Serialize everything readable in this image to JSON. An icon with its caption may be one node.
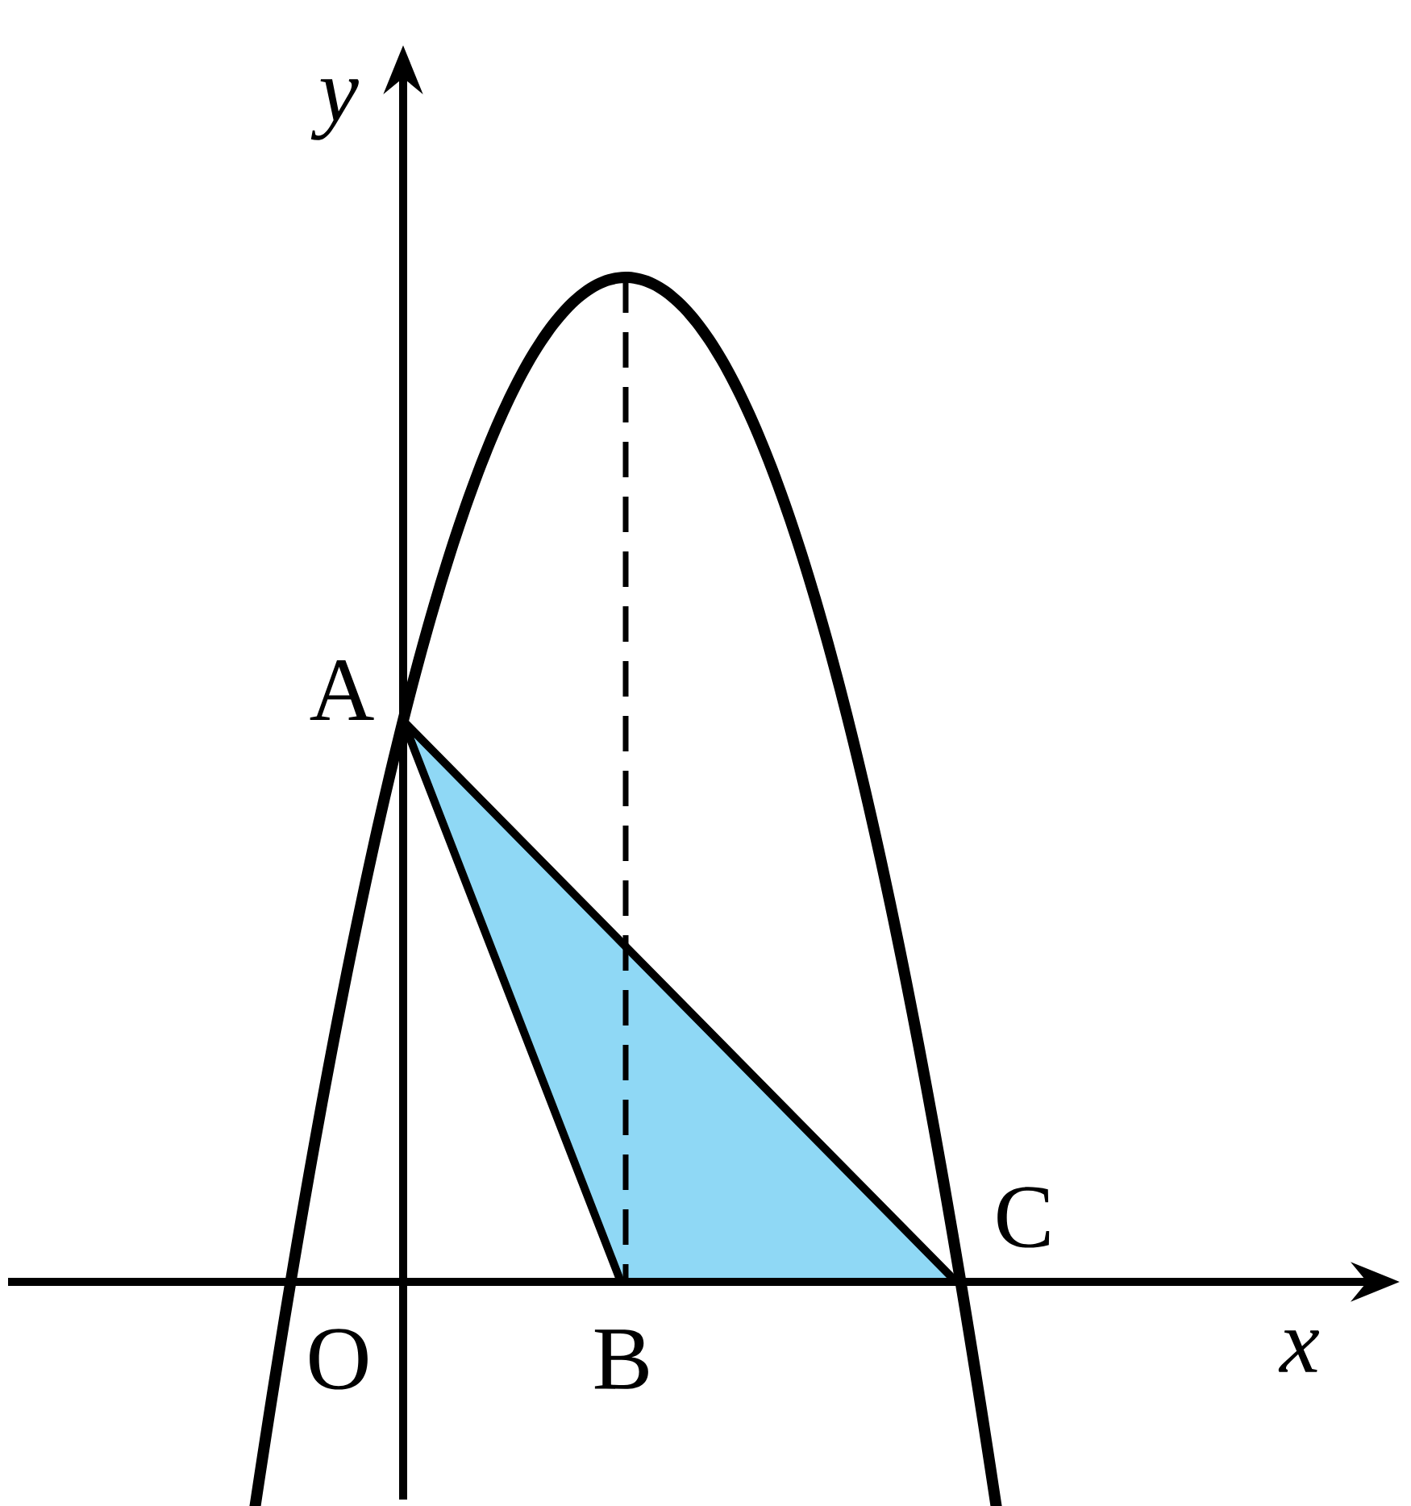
{
  "diagram": {
    "labels": [
      "y",
      "A",
      "C",
      "O",
      "B",
      "x"
    ]
  }
}
